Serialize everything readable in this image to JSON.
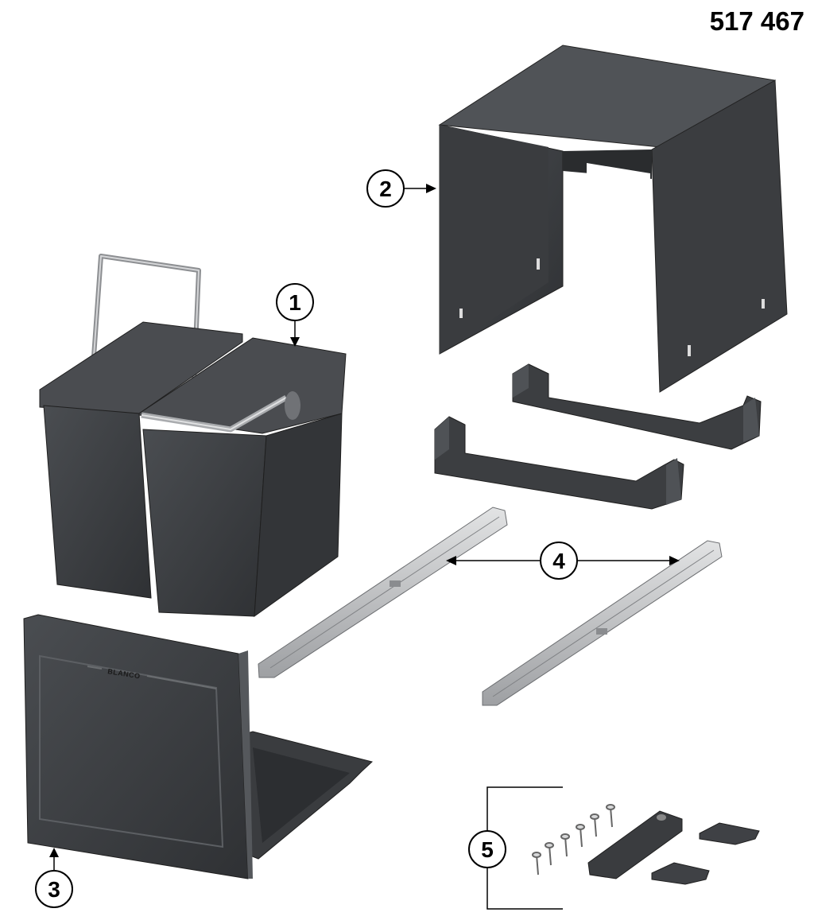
{
  "part_number": "517 467",
  "brand_mark": "BLANCO",
  "callouts": [
    {
      "number": "1",
      "component": "bins"
    },
    {
      "number": "2",
      "component": "cover-frame"
    },
    {
      "number": "3",
      "component": "front-panel-tray"
    },
    {
      "number": "4",
      "component": "drawer-runners"
    },
    {
      "number": "5",
      "component": "fitting-kit"
    }
  ],
  "colors": {
    "plastic": "#3d3f42",
    "plastic_dark": "#26282a",
    "plastic_light": "#55585c",
    "metal": "#c4c6c8",
    "line": "#000000"
  }
}
